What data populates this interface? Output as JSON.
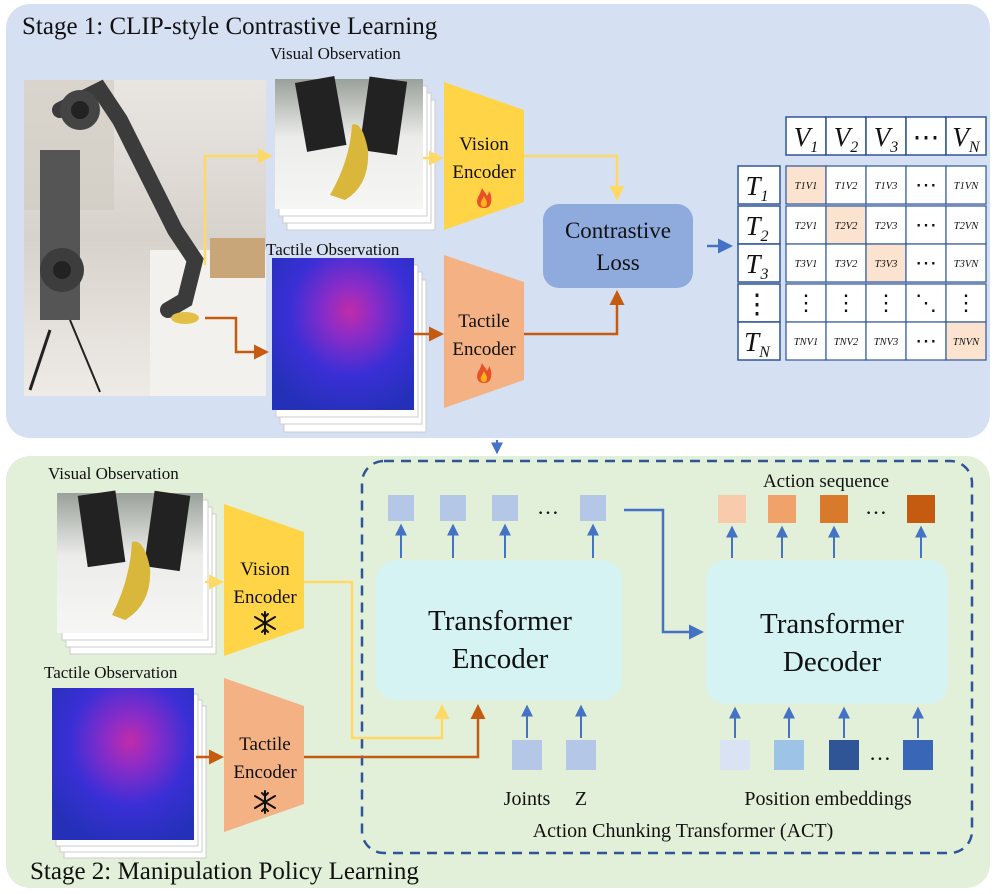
{
  "stage1": {
    "title": "Stage 1: CLIP-style Contrastive Learning",
    "visual_obs_label": "Visual Observation",
    "tactile_obs_label": "Tactile Observation",
    "vision_encoder": [
      "Vision",
      "Encoder"
    ],
    "tactile_encoder": [
      "Tactile",
      "Encoder"
    ],
    "trainable_icon": "fire-icon",
    "contrastive_loss": [
      "Contrastive",
      "Loss"
    ],
    "matrix": {
      "col_headers": [
        "V",
        "V",
        "V",
        "⋯",
        "V"
      ],
      "col_subs": [
        "1",
        "2",
        "3",
        "",
        "N"
      ],
      "row_headers": [
        "T",
        "T",
        "T",
        "⋮",
        "T"
      ],
      "row_subs": [
        "1",
        "2",
        "3",
        "",
        "N"
      ],
      "cells": [
        [
          "T1V1",
          "T1V2",
          "T1V3",
          "⋯",
          "T1VN"
        ],
        [
          "T2V1",
          "T2V2",
          "T2V3",
          "⋯",
          "T2VN"
        ],
        [
          "T3V1",
          "T3V2",
          "T3V3",
          "⋯",
          "T3VN"
        ],
        [
          "⋮",
          "⋮",
          "⋮",
          "⋱",
          "⋮"
        ],
        [
          "TNV1",
          "TNV2",
          "TNV3",
          "⋯",
          "TNVN"
        ]
      ],
      "diagonal_color": "#fbe3cf",
      "cell_border_color": "#2f5597"
    }
  },
  "stage2": {
    "title": "Stage 2: Manipulation Policy Learning",
    "visual_obs_label": "Visual Observation",
    "tactile_obs_label": "Tactile Observation",
    "vision_encoder": [
      "Vision",
      "Encoder"
    ],
    "tactile_encoder": [
      "Tactile",
      "Encoder"
    ],
    "frozen_icon": "snowflake-icon",
    "transformer_encoder": [
      "Transformer",
      "Encoder"
    ],
    "transformer_decoder": [
      "Transformer",
      "Decoder"
    ],
    "action_sequence": "Action sequence",
    "joints_label": "Joints",
    "z_label": "Z",
    "position_embeddings": "Position embeddings",
    "act_label": "Action Chunking Transformer (ACT)",
    "ellipsis": "…"
  },
  "colors": {
    "stage1_bg": "#d6e0f3",
    "stage2_bg": "#e2efd9",
    "vision_encoder": "#ffd447",
    "tactile_encoder": "#f4b183",
    "contrastive_loss": "#8faadc",
    "transformer_block": "#d5f3f3",
    "vision_arrow": "#ffd966",
    "tactile_arrow": "#c55a11",
    "blue_arrow": "#4472c4"
  }
}
